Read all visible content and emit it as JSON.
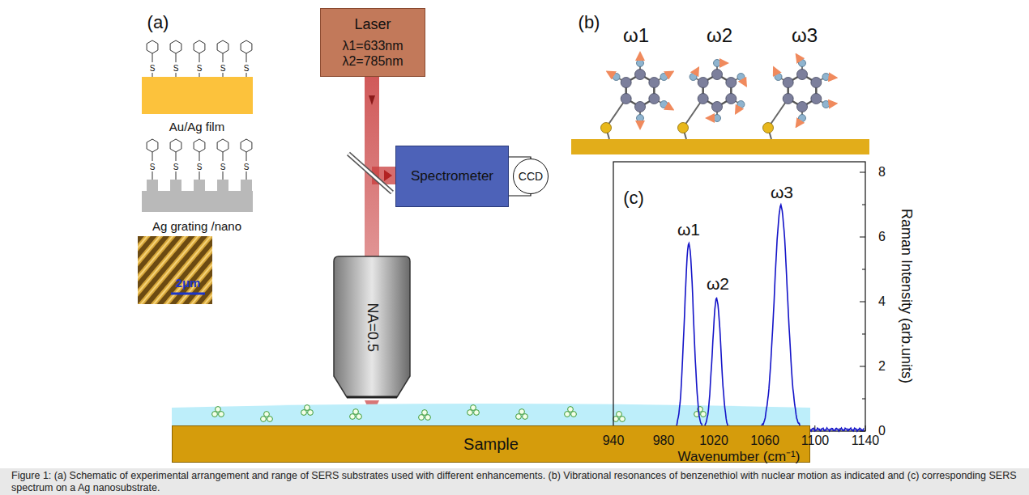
{
  "diagram": {
    "caption": "Figure 1: (a) Schematic of experimental arrangement and range of SERS substrates used with different enhancements. (b) Vibrational resonances of benzenethiol with nuclear motion as indicated and (c) corresponding SERS spectrum on a Ag nanosubstrate.",
    "nodes": [
      {
        "text": [
          "Laser",
          "λ1=633nm λ2=785nm"
        ]
      },
      {
        "text": [
          "Spectrometer"
        ]
      },
      {
        "text": [
          "CCD"
        ]
      },
      {
        "text": [
          "NA=0.5"
        ]
      },
      {
        "text": [
          "Sample"
        ]
      }
    ],
    "edges": [
      {
        "from": 1,
        "to": 2,
        "arrow": "none"
      }
    ],
    "labels": [
      "(a)",
      "Au/Ag film",
      "Ag grating /nano",
      "2μm",
      "(b)",
      "ω1",
      "ω2",
      "ω3",
      "(c)",
      "ω1",
      "ω2",
      "ω3",
      "940",
      "980",
      "1020",
      "1060",
      "1100",
      "1140",
      "0",
      "2",
      "4",
      "6",
      "8",
      "Wavenumber (cm⁻¹)",
      "Raman Intensity (arb.units)",
      "S",
      "S",
      "S",
      "S",
      "S",
      "S",
      "S",
      "S",
      "S",
      "S"
    ]
  }
}
